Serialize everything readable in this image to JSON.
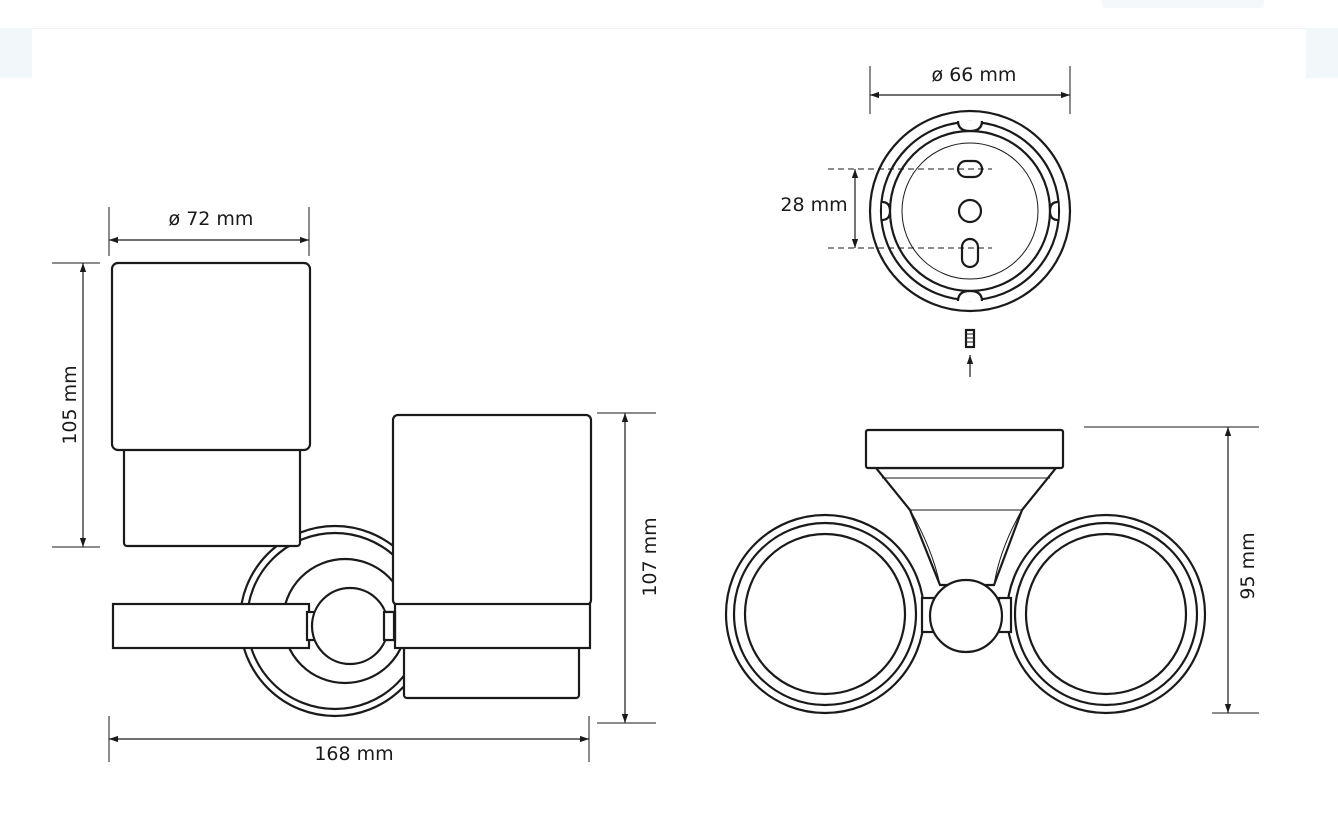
{
  "drawing": {
    "dimensions": {
      "cup_diameter": "ø 72 mm",
      "cup_height": "105 mm",
      "holder_height": "107 mm",
      "total_width": "168 mm",
      "mount_diameter": "ø 66 mm",
      "hole_spacing": "28 mm",
      "wall_depth": "95 mm"
    }
  }
}
